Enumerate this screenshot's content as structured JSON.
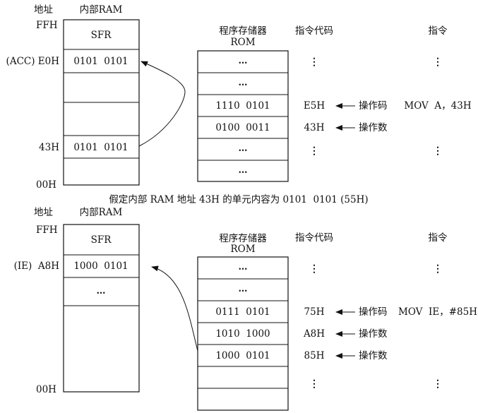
{
  "caption": "假定内部 RAM 地址 43H 的单元内容为 0101  0101 (55H)",
  "diagrams": [
    {
      "id": "top",
      "header_address": "地址",
      "header_ram": "内部RAM",
      "header_rom_line1": "程序存储器",
      "header_rom_line2": "ROM",
      "header_opcode": "指令代码",
      "header_instruction": "指令",
      "ram_addr_top": "FFH",
      "ram_addr_bottom": "00H",
      "ram_cells": [
        {
          "content": "SFR",
          "address": ""
        },
        {
          "content": "0101  0101",
          "address": "(ACC) E0H"
        },
        {
          "content": "",
          "address": ""
        },
        {
          "content": "",
          "address": ""
        },
        {
          "content": "0101  0101",
          "address": "43H"
        },
        {
          "content": "",
          "address": ""
        }
      ],
      "rom_cells": [
        {
          "content": "…",
          "opcode": "⋮",
          "pointer": "",
          "instruction": "⋮"
        },
        {
          "content": "…",
          "opcode": "",
          "pointer": "",
          "instruction": ""
        },
        {
          "content": "1110  0101",
          "opcode": "E5H",
          "pointer": "操作码",
          "instruction": "MOV  A，43H"
        },
        {
          "content": "0100  0011",
          "opcode": "43H",
          "pointer": "操作数",
          "instruction": ""
        },
        {
          "content": "…",
          "opcode": "⋮",
          "pointer": "",
          "instruction": "⋮"
        },
        {
          "content": "…",
          "opcode": "",
          "pointer": "",
          "instruction": ""
        }
      ]
    },
    {
      "id": "bottom",
      "header_address": "地址",
      "header_ram": "内部RAM",
      "header_rom_line1": "程序存储器",
      "header_rom_line2": "ROM",
      "header_opcode": "指令代码",
      "header_instruction": "指令",
      "ram_addr_top": "FFH",
      "ram_addr_bottom": "00H",
      "ram_cells": [
        {
          "content": "SFR",
          "address": ""
        },
        {
          "content": "1000  0101",
          "address": "(IE)  A8H"
        },
        {
          "content": "…",
          "address": ""
        },
        {
          "content": "",
          "address": ""
        }
      ],
      "rom_cells": [
        {
          "content": "…",
          "opcode": "⋮",
          "pointer": "",
          "instruction": "⋮"
        },
        {
          "content": "…",
          "opcode": "",
          "pointer": "",
          "instruction": ""
        },
        {
          "content": "0111  0101",
          "opcode": "75H",
          "pointer": "操作码",
          "instruction": "MOV  IE，#85H"
        },
        {
          "content": "1010  1000",
          "opcode": "A8H",
          "pointer": "操作数",
          "instruction": ""
        },
        {
          "content": "1000  0101",
          "opcode": "85H",
          "pointer": "操作数",
          "instruction": ""
        },
        {
          "content": "",
          "opcode": "⋮",
          "pointer": "",
          "instruction": "⋮"
        },
        {
          "content": "",
          "opcode": "",
          "pointer": "",
          "instruction": ""
        }
      ]
    }
  ]
}
